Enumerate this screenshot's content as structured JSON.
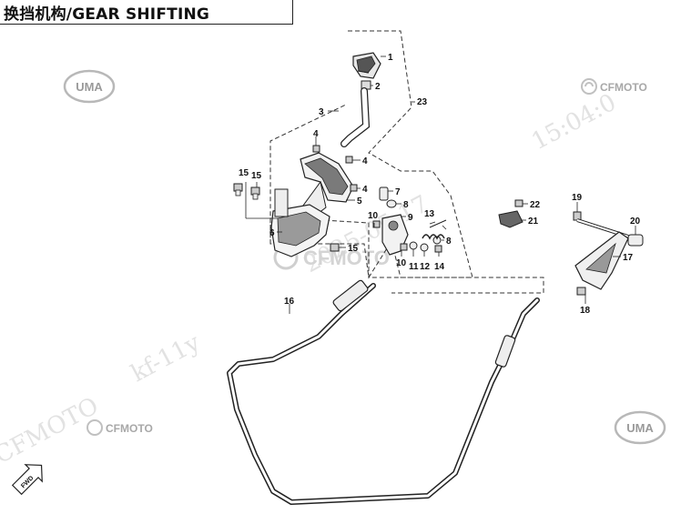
{
  "title": "换挡机构/GEAR SHIFTING",
  "brands": {
    "uma": "UMA",
    "cfmoto": "CFMOTO"
  },
  "fwd": "FWD",
  "watermark": {
    "date": "2025-05-17",
    "time": "15:04:0",
    "user": "kf-11y",
    "brand": "CFMOTO"
  },
  "callouts": {
    "c1": "1",
    "c2": "2",
    "c3": "3",
    "c4a": "4",
    "c4b": "4",
    "c4c": "4",
    "c5": "5",
    "c6": "6",
    "c7": "7",
    "c8a": "8",
    "c8b": "8",
    "c9": "9",
    "c10a": "10",
    "c10b": "10",
    "c11": "11",
    "c12": "12",
    "c13": "13",
    "c14": "14",
    "c15a": "15",
    "c15b": "15",
    "c15c": "15",
    "c16": "16",
    "c17": "17",
    "c18": "18",
    "c19": "19",
    "c20": "20",
    "c21": "21",
    "c22": "22",
    "c23": "23"
  },
  "colors": {
    "line": "#222222",
    "logo_red": "#d22b2b",
    "watermark": "#e2e2e2"
  }
}
